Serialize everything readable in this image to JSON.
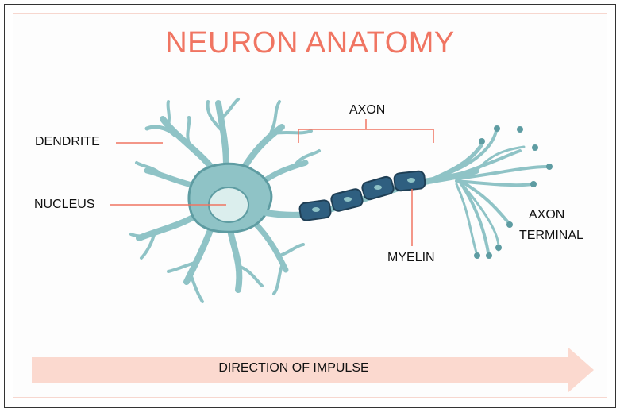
{
  "title": "NEURON ANATOMY",
  "labels": {
    "dendrite": "DENDRITE",
    "nucleus": "NUCLEUS",
    "axon": "AXON",
    "myelin": "MYELIN",
    "axon_terminal_line1": "AXON",
    "axon_terminal_line2": "TERMINAL"
  },
  "impulse_label": "DIRECTION OF IMPULSE",
  "colors": {
    "accent": "#f07562",
    "cell_body": "#8fc3c6",
    "myelin": "#2f5f80",
    "arrow": "#fbd9cf"
  }
}
